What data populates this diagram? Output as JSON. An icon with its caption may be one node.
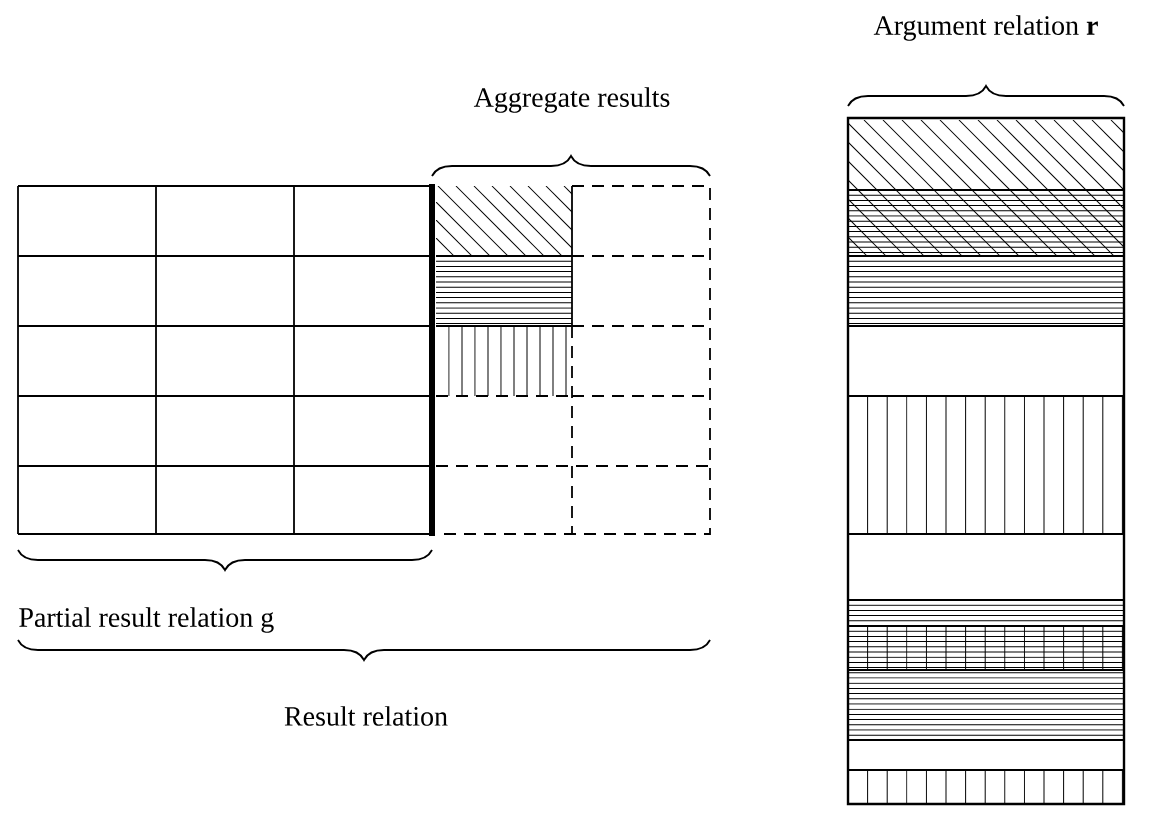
{
  "diagram": {
    "labels": [
      "Aggregate results",
      "Argument relation **r**",
      "Partial result relation g",
      "Result relation"
    ]
  }
}
